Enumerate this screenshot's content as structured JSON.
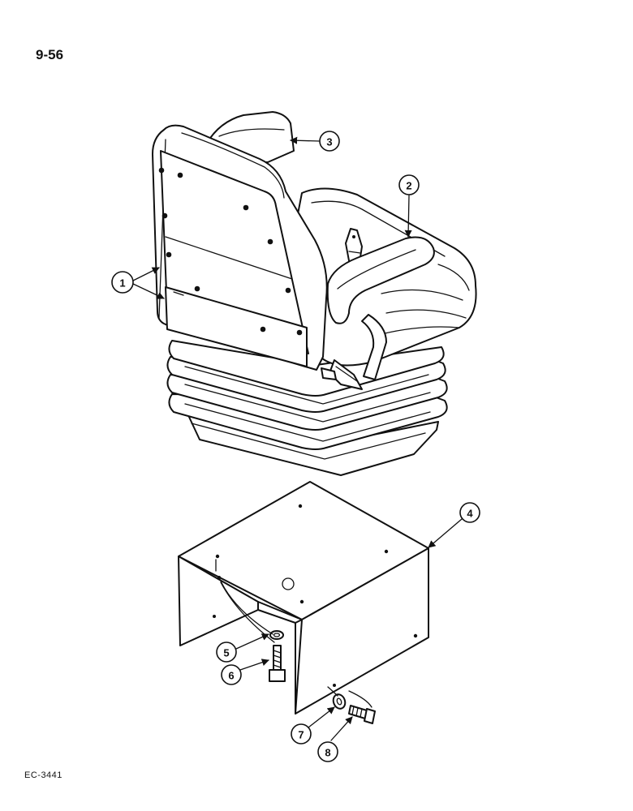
{
  "page_number": "9-56",
  "figure_code": "EC-3441",
  "callouts": [
    "1",
    "2",
    "3",
    "4",
    "5",
    "6",
    "7",
    "8"
  ]
}
